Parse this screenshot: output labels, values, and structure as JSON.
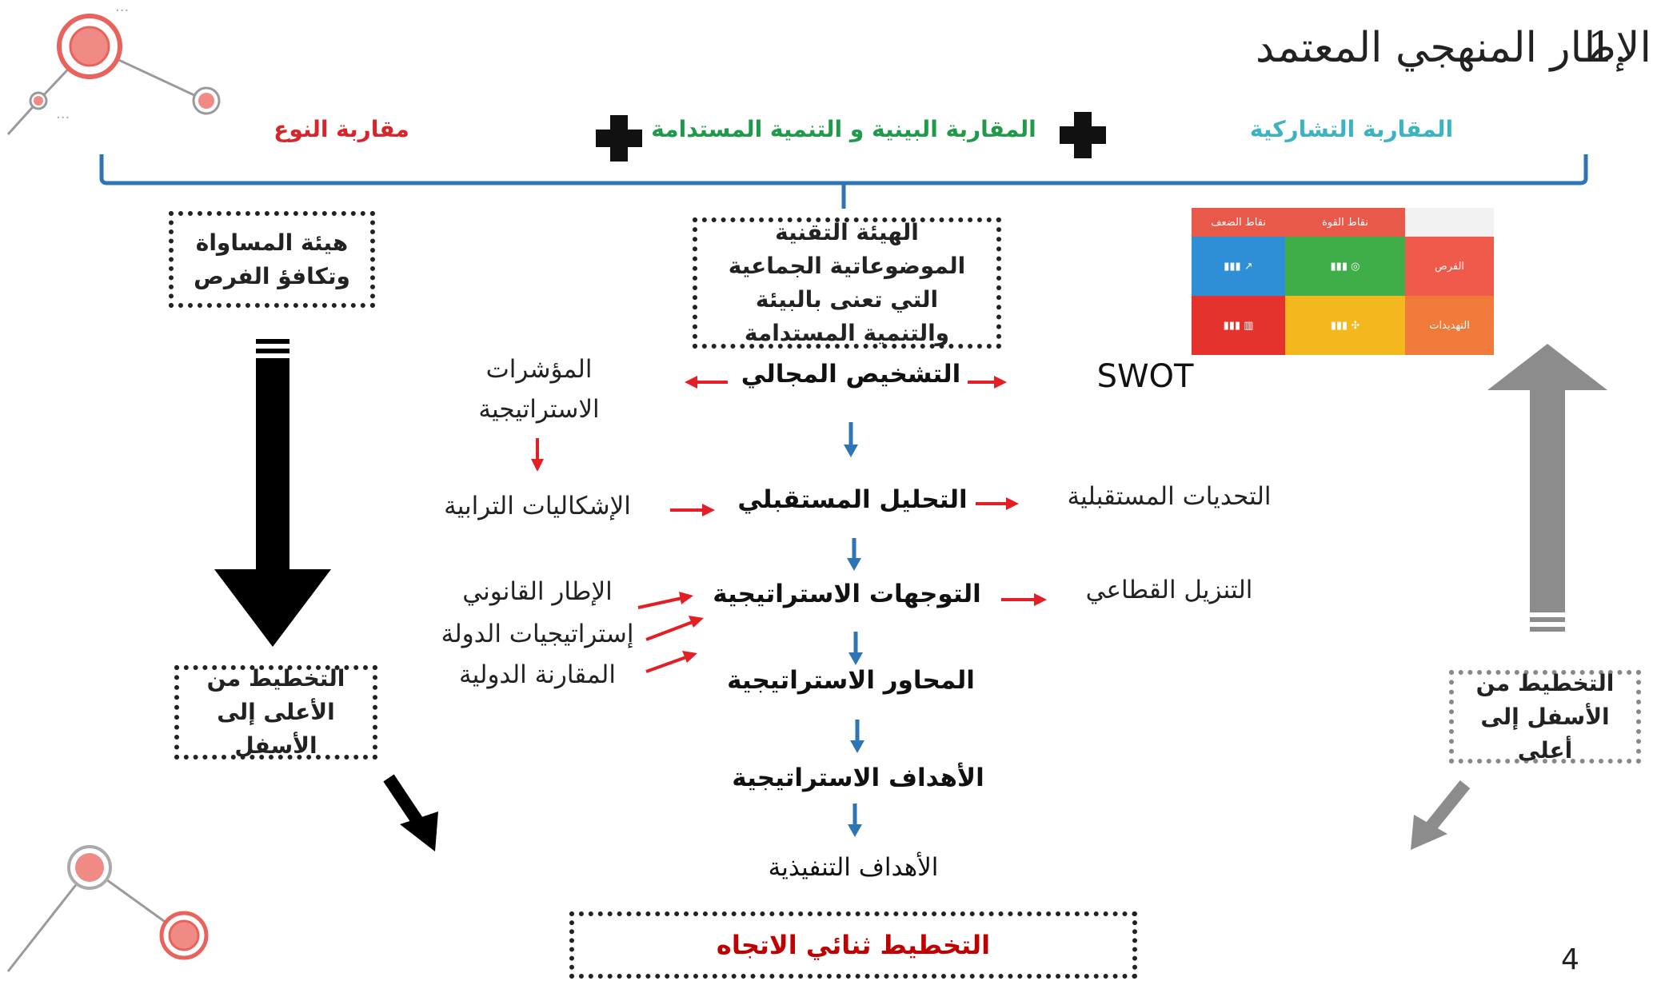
{
  "title": {
    "number": "1.",
    "text": "الإطار المنهجي المعتمد"
  },
  "approaches": {
    "participatory": "المقاربة التشاركية",
    "environmental": "المقاربة البينية و التنمية المستدامة",
    "gender": "مقاربة النوع"
  },
  "boxes": {
    "committee": "الهيئة التقنية الموضوعاتية الجماعية التي تعنى بالبيئة والتنمية المستدامة",
    "equality_line1": "هيئة المساواة",
    "equality_line2": "وتكافؤ الفرص",
    "top_down_line1": "التخطيط من",
    "top_down_line2": "الأعلى إلى الأسفل",
    "bottom_up_line1": "التخطيط من",
    "bottom_up_line2": "الأسفل إلى أعلى",
    "bidirectional": "التخطيط ثنائي الاتجاه"
  },
  "flow": {
    "diagnosis": "التشخيص المجالي",
    "analysis": "التحليل المستقبلي",
    "orientations": "التوجهات الاستراتيجية",
    "axes": "المحاور الاستراتيجية",
    "objectives": "الأهداف الاستراتيجية",
    "operational": "الأهداف التنفيذية"
  },
  "left_inputs": {
    "indicators_line1": "المؤشرات",
    "indicators_line2": "الاستراتيجية",
    "territorial_issues": "الإشكاليات الترابية",
    "legal_framework": "الإطار القانوني",
    "state_strategies": "إستراتيجيات الدولة",
    "international_comparison": "المقارنة الدولية"
  },
  "right_outputs": {
    "swot": "SWOT",
    "future_challenges": "التحديات المستقبلية",
    "sectoral_implementation": "التنزيل القطاعي"
  },
  "swot_thumbnail": {
    "weaknesses": "نقاط الضعف",
    "strengths": "نقاط القوة",
    "opportunities": "الفرص",
    "threats": "التهديدات"
  },
  "page_number": "4",
  "colors": {
    "participatory": "#3bb3c3",
    "environmental": "#1f9a4a",
    "gender": "#d7262b",
    "bracket": "#2f75b5",
    "red_arrow": "#e31e24",
    "blue_arrow": "#2e75b6",
    "bidirectional_text": "#c00000",
    "gray_arrow": "#8c8c8c"
  }
}
